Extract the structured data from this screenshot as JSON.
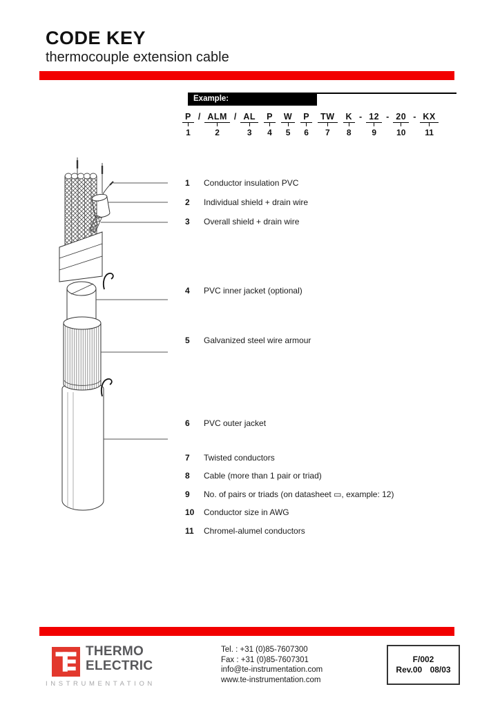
{
  "header": {
    "title": "CODE KEY",
    "subtitle": "thermocouple extension cable"
  },
  "example": {
    "label": "Example:",
    "tokens": [
      {
        "num": "1",
        "code": "P",
        "sep": ""
      },
      {
        "num": "2",
        "code": "ALM",
        "sep": "/"
      },
      {
        "num": "3",
        "code": "AL",
        "sep": "/"
      },
      {
        "num": "4",
        "code": "P",
        "sep": ""
      },
      {
        "num": "5",
        "code": "W",
        "sep": ""
      },
      {
        "num": "6",
        "code": "P",
        "sep": ""
      },
      {
        "num": "7",
        "code": "TW",
        "sep": ""
      },
      {
        "num": "8",
        "code": "K",
        "sep": ""
      },
      {
        "num": "9",
        "code": "12",
        "sep": "-"
      },
      {
        "num": "10",
        "code": "20",
        "sep": "-"
      },
      {
        "num": "11",
        "code": "KX",
        "sep": "-"
      }
    ]
  },
  "legend": {
    "items": [
      {
        "num": "1",
        "label": "Conductor insulation PVC"
      },
      {
        "num": "2",
        "label": "Individual shield + drain wire"
      },
      {
        "num": "3",
        "label": "Overall shield + drain wire"
      },
      {
        "num": "4",
        "label": "PVC inner jacket (optional)"
      },
      {
        "num": "5",
        "label": "Galvanized steel wire armour"
      },
      {
        "num": "6",
        "label": "PVC outer jacket"
      },
      {
        "num": "7",
        "label": "Twisted conductors"
      },
      {
        "num": "8",
        "label": "Cable (more than 1 pair or triad)"
      },
      {
        "num": "9",
        "label": "No. of pairs or triads (on datasheet ▭, example: 12)"
      },
      {
        "num": "10",
        "label": "Conductor size in AWG"
      },
      {
        "num": "11",
        "label": "Chromel-alumel conductors"
      }
    ]
  },
  "footer": {
    "logo": {
      "line1": "THERMO",
      "line2": "ELECTRIC",
      "line3": "INSTRUMENTATION"
    },
    "contact": {
      "tel": "Tel. : +31 (0)85-7607300",
      "fax": "Fax : +31 (0)85-7607301",
      "email": "info@te-instrumentation.com",
      "web": "www.te-instrumentation.com"
    },
    "revbox": {
      "doc": "F/002",
      "rev": "Rev.00",
      "date": "08/03"
    }
  },
  "colors": {
    "bar_red": "#F20000",
    "logo_red": "#E2382D",
    "logo_text_gray": "#58585B",
    "logo_sub_gray": "#A7A7A9"
  }
}
